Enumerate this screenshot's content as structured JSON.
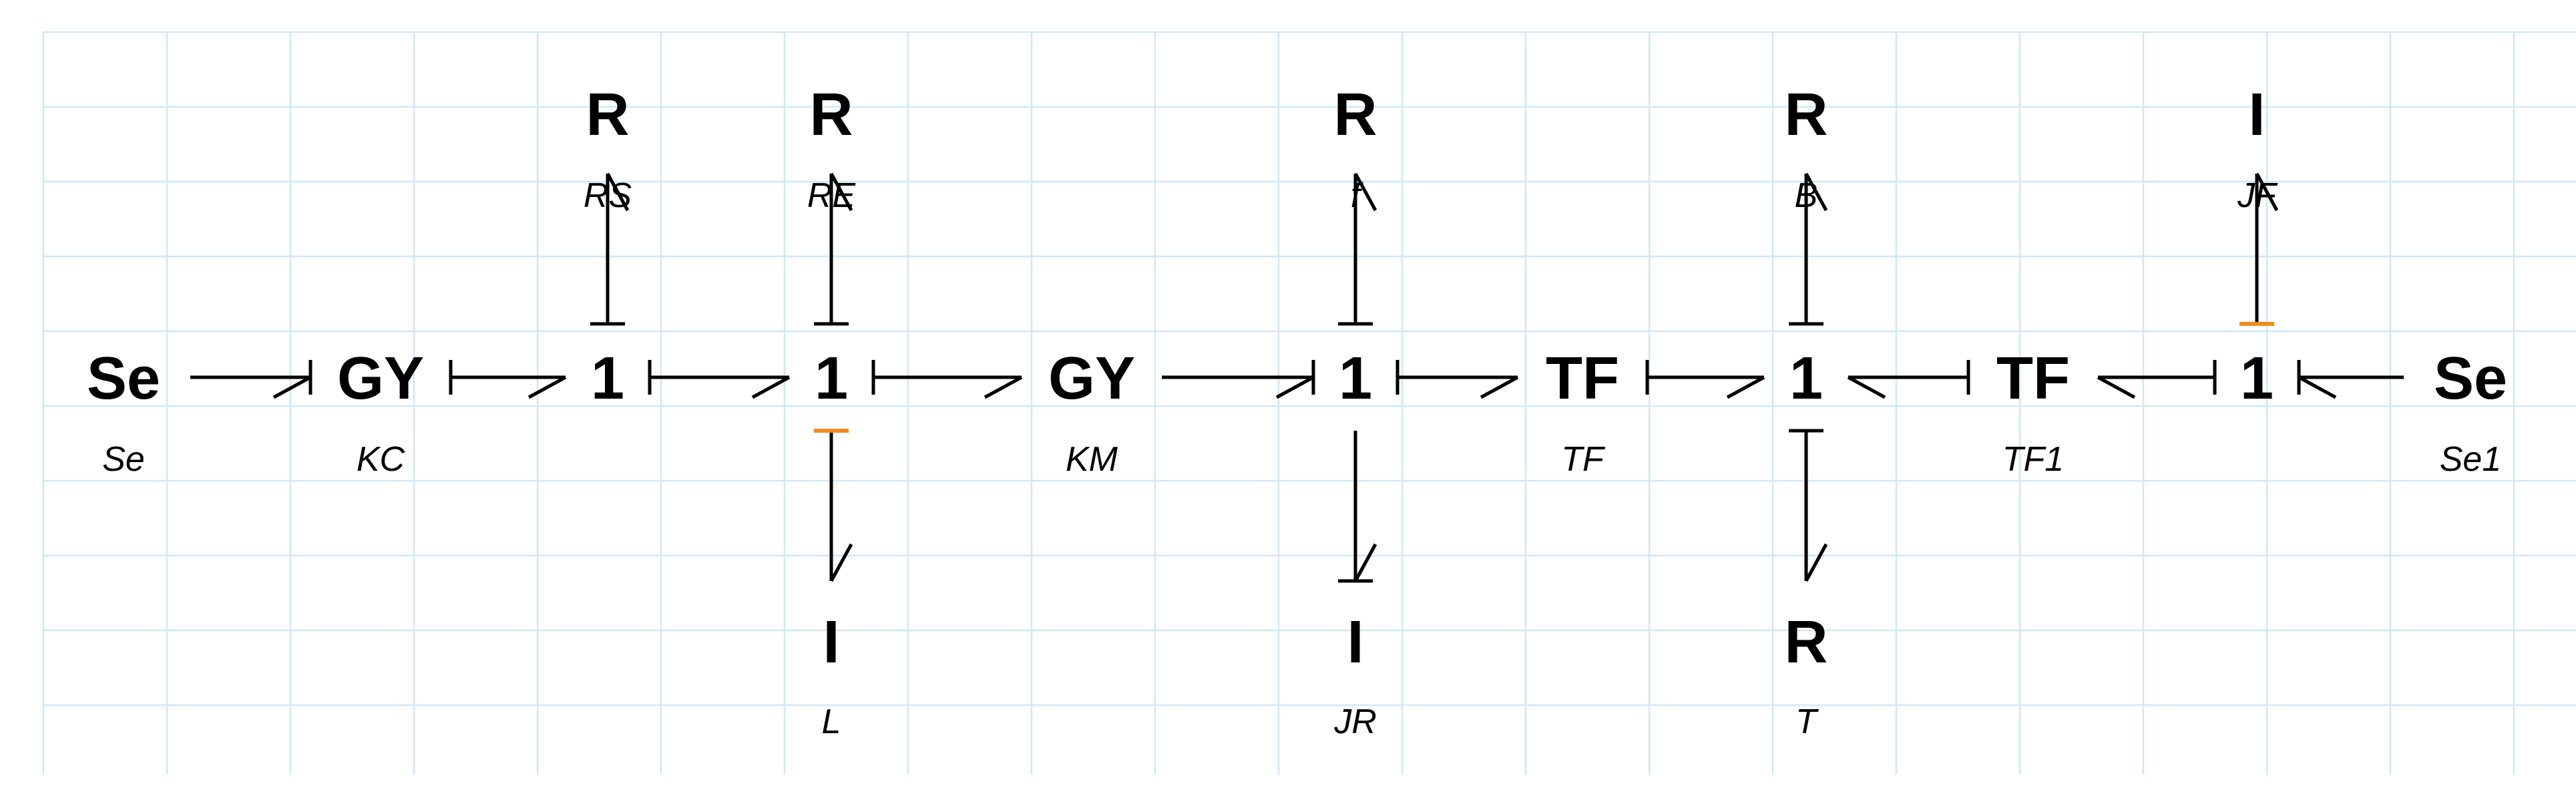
{
  "diagram": {
    "nodes": [
      {
        "id": "se-left",
        "kind": "Se",
        "param": "Se"
      },
      {
        "id": "gy-kc",
        "kind": "GY",
        "param": "KC"
      },
      {
        "id": "j1-a",
        "kind": "1",
        "param": ""
      },
      {
        "id": "r-rs",
        "kind": "R",
        "param": "RS"
      },
      {
        "id": "j1-b",
        "kind": "1",
        "param": ""
      },
      {
        "id": "r-re",
        "kind": "R",
        "param": "RE"
      },
      {
        "id": "i-l",
        "kind": "I",
        "param": "L"
      },
      {
        "id": "gy-km",
        "kind": "GY",
        "param": "KM"
      },
      {
        "id": "j1-c",
        "kind": "1",
        "param": ""
      },
      {
        "id": "r-f",
        "kind": "R",
        "param": "f"
      },
      {
        "id": "i-jr",
        "kind": "I",
        "param": "JR"
      },
      {
        "id": "tf-tf",
        "kind": "TF",
        "param": "TF"
      },
      {
        "id": "j1-d",
        "kind": "1",
        "param": ""
      },
      {
        "id": "r-b",
        "kind": "R",
        "param": "B"
      },
      {
        "id": "r-t",
        "kind": "R",
        "param": "T"
      },
      {
        "id": "tf-tf1",
        "kind": "TF",
        "param": "TF1"
      },
      {
        "id": "j1-e",
        "kind": "1",
        "param": ""
      },
      {
        "id": "i-jf",
        "kind": "I",
        "param": "JF"
      },
      {
        "id": "se-right",
        "kind": "Se",
        "param": "Se1"
      }
    ],
    "bonds": [
      {
        "from": "se-left",
        "to": "gy-kc",
        "stroke": "to"
      },
      {
        "from": "gy-kc",
        "to": "j1-a",
        "stroke": "from"
      },
      {
        "from": "j1-a",
        "to": "r-rs",
        "stroke": "from"
      },
      {
        "from": "j1-a",
        "to": "j1-b",
        "stroke": "from"
      },
      {
        "from": "j1-b",
        "to": "r-re",
        "stroke": "from"
      },
      {
        "from": "j1-b",
        "to": "i-l",
        "stroke": "from",
        "stroke_color": "orange"
      },
      {
        "from": "j1-b",
        "to": "gy-km",
        "stroke": "from"
      },
      {
        "from": "gy-km",
        "to": "j1-c",
        "stroke": "to"
      },
      {
        "from": "j1-c",
        "to": "r-f",
        "stroke": "from"
      },
      {
        "from": "j1-c",
        "to": "i-jr",
        "stroke": "to"
      },
      {
        "from": "j1-c",
        "to": "tf-tf",
        "stroke": "from"
      },
      {
        "from": "tf-tf",
        "to": "j1-d",
        "stroke": "from"
      },
      {
        "from": "j1-d",
        "to": "r-b",
        "stroke": "from"
      },
      {
        "from": "j1-d",
        "to": "r-t",
        "stroke": "from"
      },
      {
        "from": "tf-tf1",
        "to": "j1-d",
        "stroke": "from"
      },
      {
        "from": "j1-e",
        "to": "tf-tf1",
        "stroke": "from"
      },
      {
        "from": "j1-e",
        "to": "i-jf",
        "stroke": "from",
        "stroke_color": "orange"
      },
      {
        "from": "se-right",
        "to": "j1-e",
        "stroke": "to"
      }
    ],
    "colors": {
      "grid": "#cfe8f7",
      "bond": "#000000",
      "causal_highlight": "#f28a1e",
      "text": "#000000"
    }
  }
}
